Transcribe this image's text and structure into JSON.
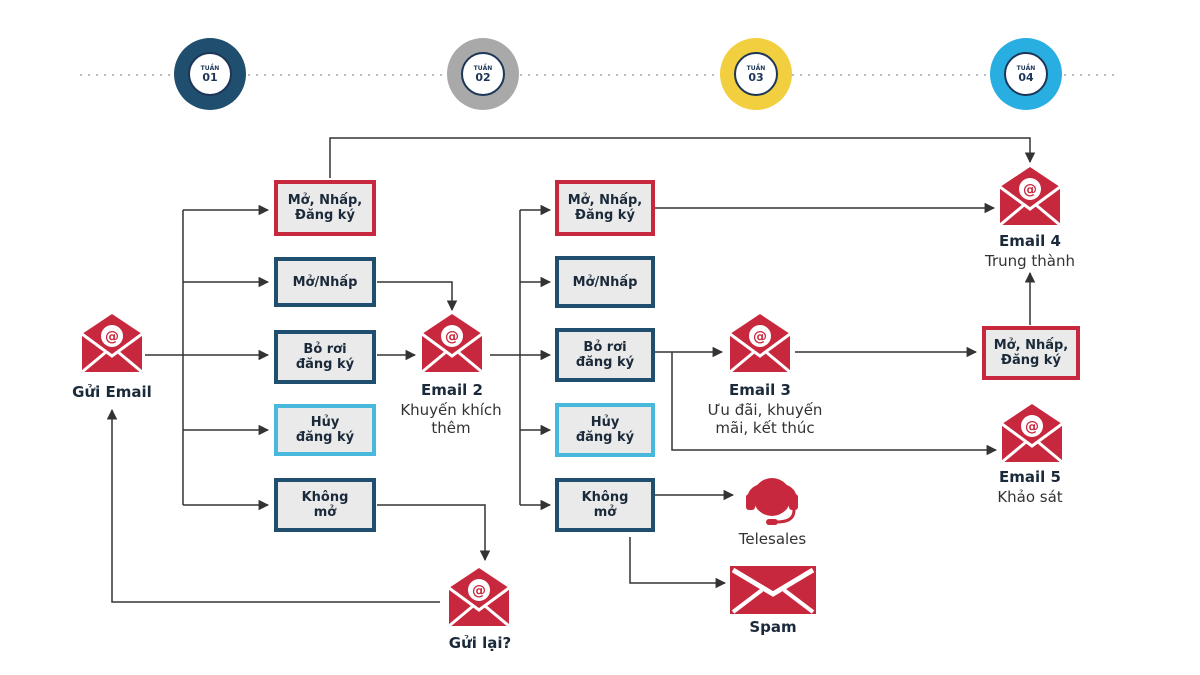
{
  "colors": {
    "accent_red": "#c8283d",
    "box_navy": "#1f4e6e",
    "box_cyan": "#48b8dc",
    "box_fill": "#eaeaea",
    "arrow": "#333333",
    "week1": "#1f4e6e",
    "week2": "#a9a9a9",
    "week3": "#f2cf3e",
    "week4": "#29aee2"
  },
  "weeks": [
    {
      "label": "TUẦN",
      "number": "01"
    },
    {
      "label": "TUẦN",
      "number": "02"
    },
    {
      "label": "TUẦN",
      "number": "03"
    },
    {
      "label": "TUẦN",
      "number": "04"
    }
  ],
  "nodes": {
    "send_email": {
      "title": "Gửi Email",
      "icon": "email-at-icon"
    },
    "email2": {
      "title": "Email 2",
      "subtitle": "Khuyến khích thêm",
      "icon": "email-at-icon"
    },
    "email3": {
      "title": "Email 3",
      "subtitle": "Ưu đãi, khuyến mãi, kết thúc",
      "icon": "email-at-icon"
    },
    "email4": {
      "title": "Email 4",
      "subtitle": "Trung thành",
      "icon": "email-at-icon"
    },
    "email5": {
      "title": "Email 5",
      "subtitle": "Khảo sát",
      "icon": "email-at-icon"
    },
    "resend": {
      "title": "Gửi lại?",
      "icon": "email-at-icon"
    },
    "telesales": {
      "title": "Telesales",
      "icon": "headset-icon"
    },
    "spam": {
      "title": "Spam",
      "icon": "envelope-icon"
    }
  },
  "boxes_week1": [
    {
      "text": "Mở, Nhấp,\nĐăng ký",
      "style": "red"
    },
    {
      "text": "Mở/Nhấp",
      "style": "navy"
    },
    {
      "text": "Bỏ rơi\nđăng ký",
      "style": "navy"
    },
    {
      "text": "Hủy\nđăng ký",
      "style": "cyan"
    },
    {
      "text": "Không\nmở",
      "style": "navy"
    }
  ],
  "boxes_week2": [
    {
      "text": "Mở, Nhấp,\nĐăng ký",
      "style": "red"
    },
    {
      "text": "Mở/Nhấp",
      "style": "navy"
    },
    {
      "text": "Bỏ rơi\nđăng ký",
      "style": "navy"
    },
    {
      "text": "Hủy\nđăng ký",
      "style": "cyan"
    },
    {
      "text": "Không\nmở",
      "style": "navy"
    }
  ],
  "box_week3": {
    "text": "Mở, Nhấp,\nĐăng ký",
    "style": "red"
  }
}
